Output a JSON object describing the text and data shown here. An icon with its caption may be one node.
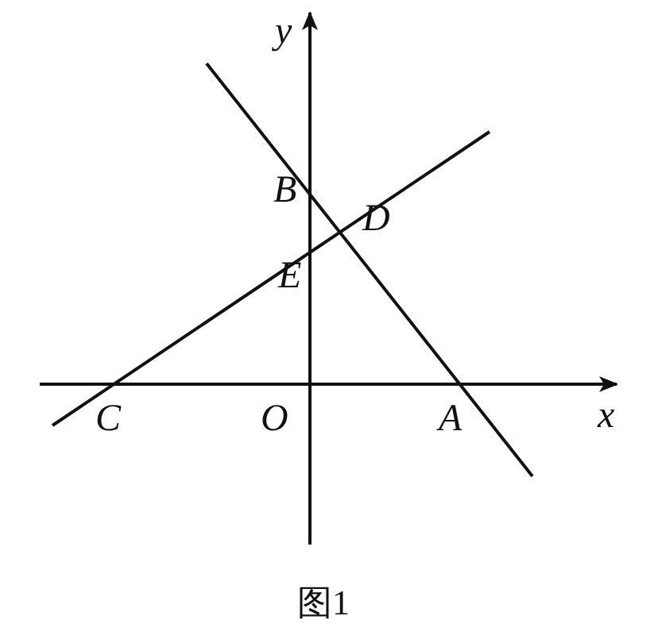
{
  "diagram": {
    "caption": "图1",
    "labels": [
      "y",
      "B",
      "D",
      "E",
      "C",
      "O",
      "A",
      "x"
    ]
  }
}
